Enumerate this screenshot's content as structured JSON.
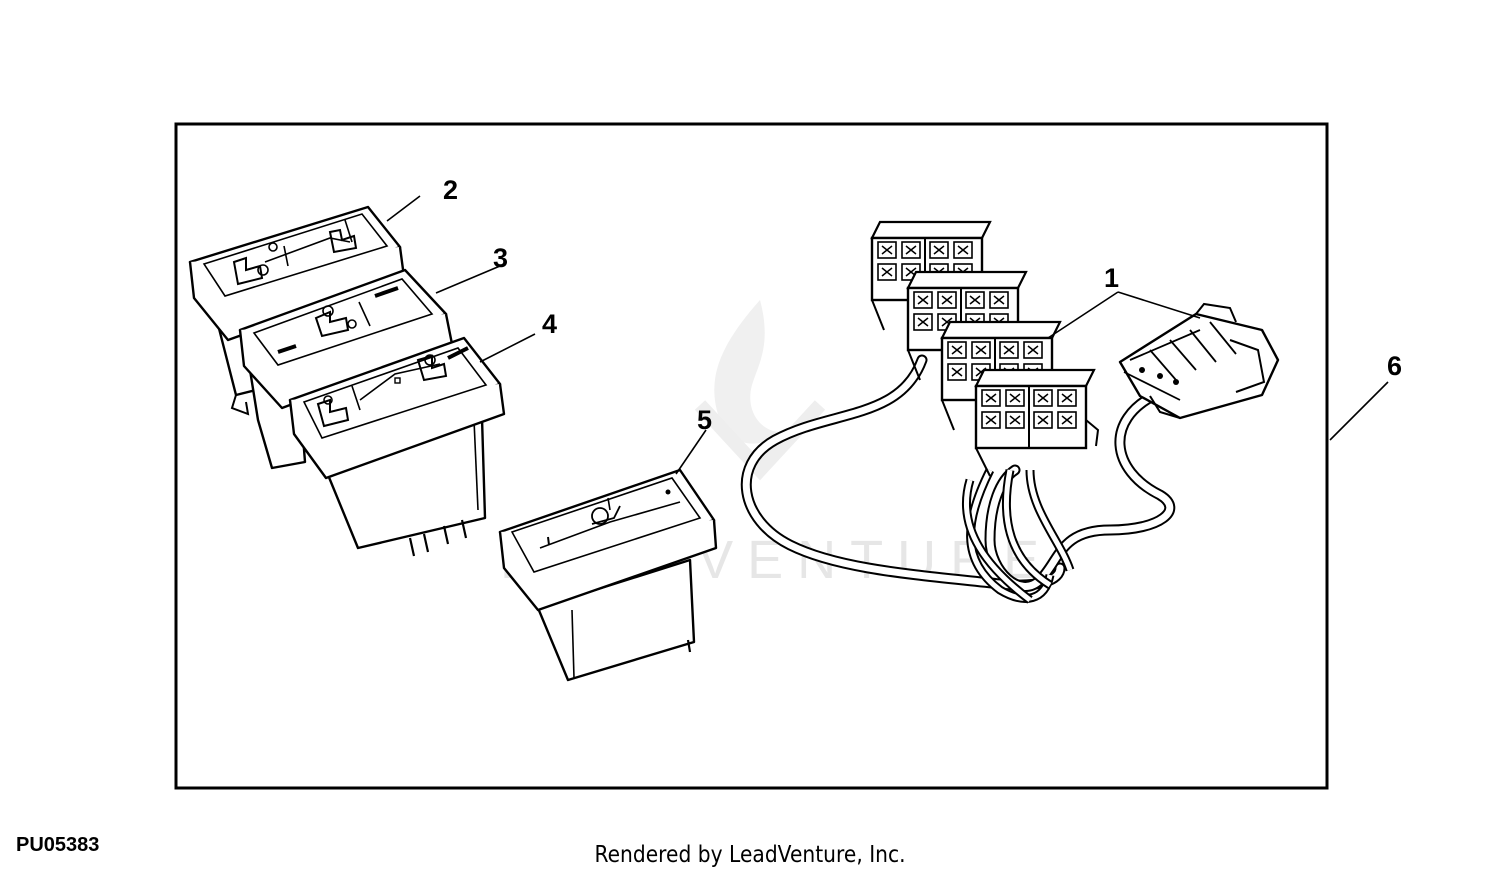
{
  "figure_id": "PU05383",
  "footer": "Rendered by LeadVenture, Inc.",
  "watermark": "LEADVENTURE",
  "callouts": [
    "1",
    "2",
    "3",
    "4",
    "5",
    "6"
  ]
}
